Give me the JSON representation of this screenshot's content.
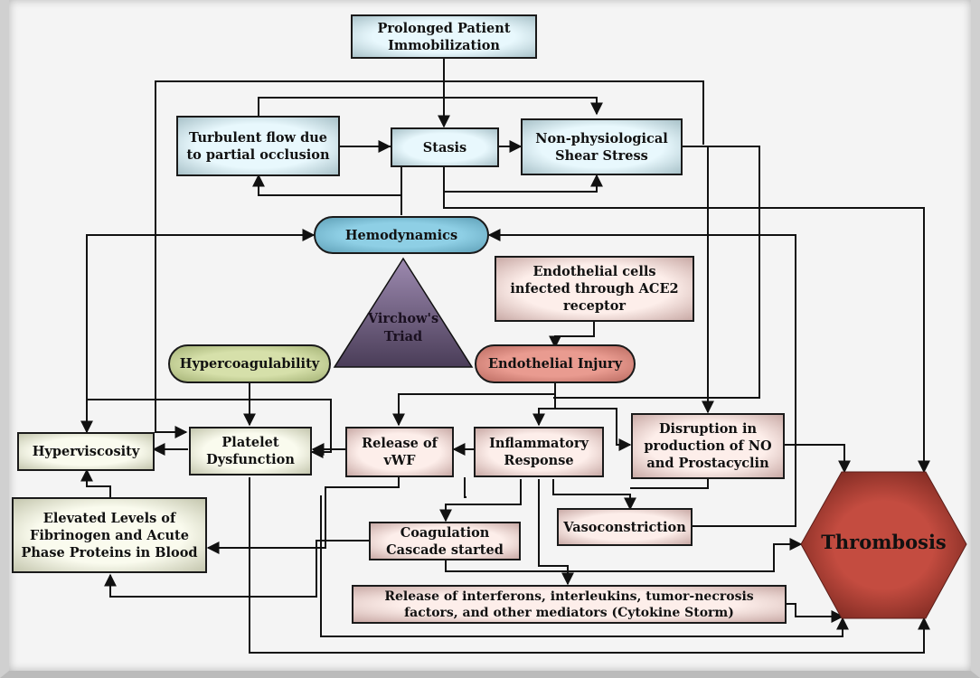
{
  "diagram": {
    "title": "Virchow's Triad and Thrombosis pathway",
    "nodes": {
      "immobilization": "Prolonged Patient Immobilization",
      "turbulent": "Turbulent flow due to partial occlusion",
      "stasis": "Stasis",
      "shear": "Non-physiological Shear Stress",
      "hemodynamics": "Hemodynamics",
      "virchow_line1": "Virchow's",
      "virchow_line2": "Triad",
      "ace2": "Endothelial cells infected through ACE2 receptor",
      "hypercoagulability": "Hypercoagulability",
      "endothelial_injury": "Endothelial Injury",
      "hyperviscosity": "Hyperviscosity",
      "platelet": "Platelet Dysfunction",
      "vwf": "Release of vWF",
      "inflammatory": "Inflammatory Response",
      "no_disruption": "Disruption in production of NO and Prostacyclin",
      "fibrinogen": "Elevated Levels of Fibrinogen and Acute Phase Proteins in Blood",
      "coagulation": "Coagulation Cascade started",
      "vasoconstriction": "Vasoconstriction",
      "cytokine": "Release of interferons, interleukins, tumor-necrosis factors, and other mediators (Cytokine Storm)",
      "thrombosis": "Thrombosis"
    },
    "colors": {
      "hemodynamics": "#7fc4dc",
      "hypercoagulability": "#c9d59a",
      "endothelial_injury": "#df8c80",
      "triad": "#7d6a8c",
      "thrombosis": "#c0483c",
      "line": "#111111"
    }
  }
}
